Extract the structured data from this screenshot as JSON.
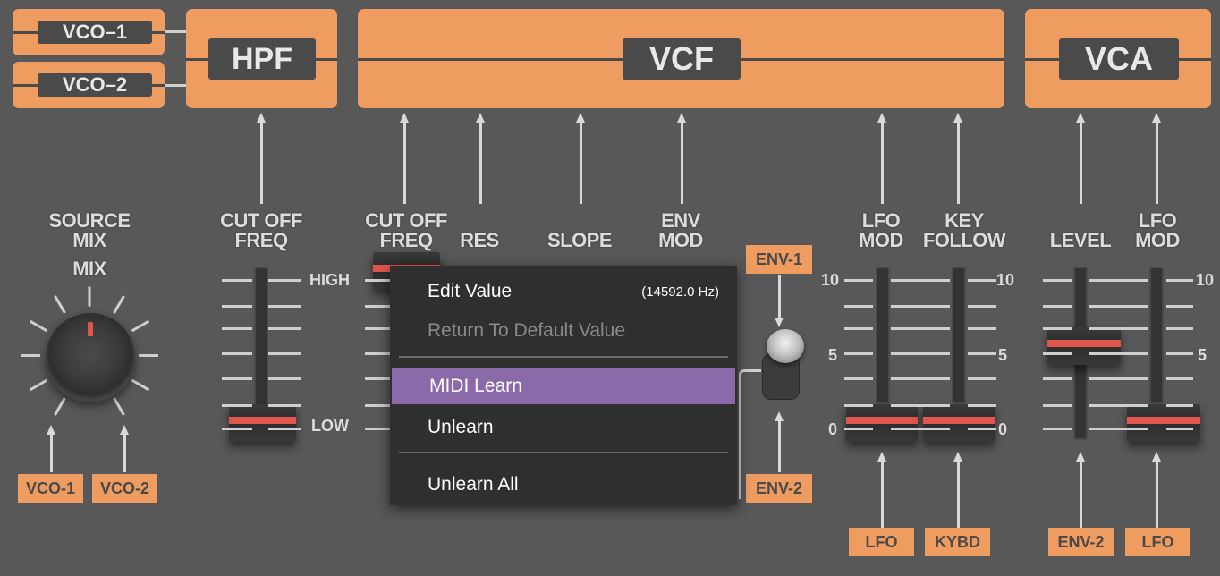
{
  "modules": {
    "vco1": "VCO–1",
    "vco2": "VCO–2",
    "hpf": "HPF",
    "vcf": "VCF",
    "vca": "VCA"
  },
  "source_mix": {
    "section_label": "SOURCE\nMIX",
    "knob_label": "MIX",
    "inputs": [
      "VCO-1",
      "VCO-2"
    ]
  },
  "hpf_section": {
    "label": "CUT OFF\nFREQ",
    "high": "HIGH",
    "low": "LOW",
    "value_fraction": 0.0
  },
  "vcf_section": {
    "labels": [
      "CUT OFF\nFREQ",
      "RES",
      "SLOPE",
      "ENV\nMOD",
      "LFO\nMOD",
      "KEY\nFOLLOW"
    ],
    "env_switch": {
      "top": "ENV-1",
      "bottom": "ENV-2",
      "selected": "ENV-1"
    },
    "lfo_mod_value": 0,
    "key_follow_value": 0,
    "sources": [
      "LFO",
      "KYBD"
    ]
  },
  "vca_section": {
    "labels": [
      "LEVEL",
      "LFO\nMOD"
    ],
    "level_value": 5.6,
    "lfo_mod_value": 0,
    "sources": [
      "ENV-2",
      "LFO"
    ]
  },
  "scale": {
    "top": "10",
    "mid": "5",
    "bottom": "0"
  },
  "context_menu": {
    "items": [
      {
        "label": "Edit Value",
        "value": "(14592.0 Hz)",
        "enabled": true
      },
      {
        "label": "Return To Default Value",
        "enabled": false
      },
      {
        "label": "MIDI Learn",
        "enabled": true,
        "highlighted": true
      },
      {
        "label": "Unlearn",
        "enabled": true
      },
      {
        "label": "Unlearn All",
        "enabled": true
      }
    ]
  },
  "colors": {
    "panel": "#ef9c60",
    "background": "#585858",
    "menu_highlight": "#8a6aa8",
    "slider_accent": "#e0564c"
  }
}
